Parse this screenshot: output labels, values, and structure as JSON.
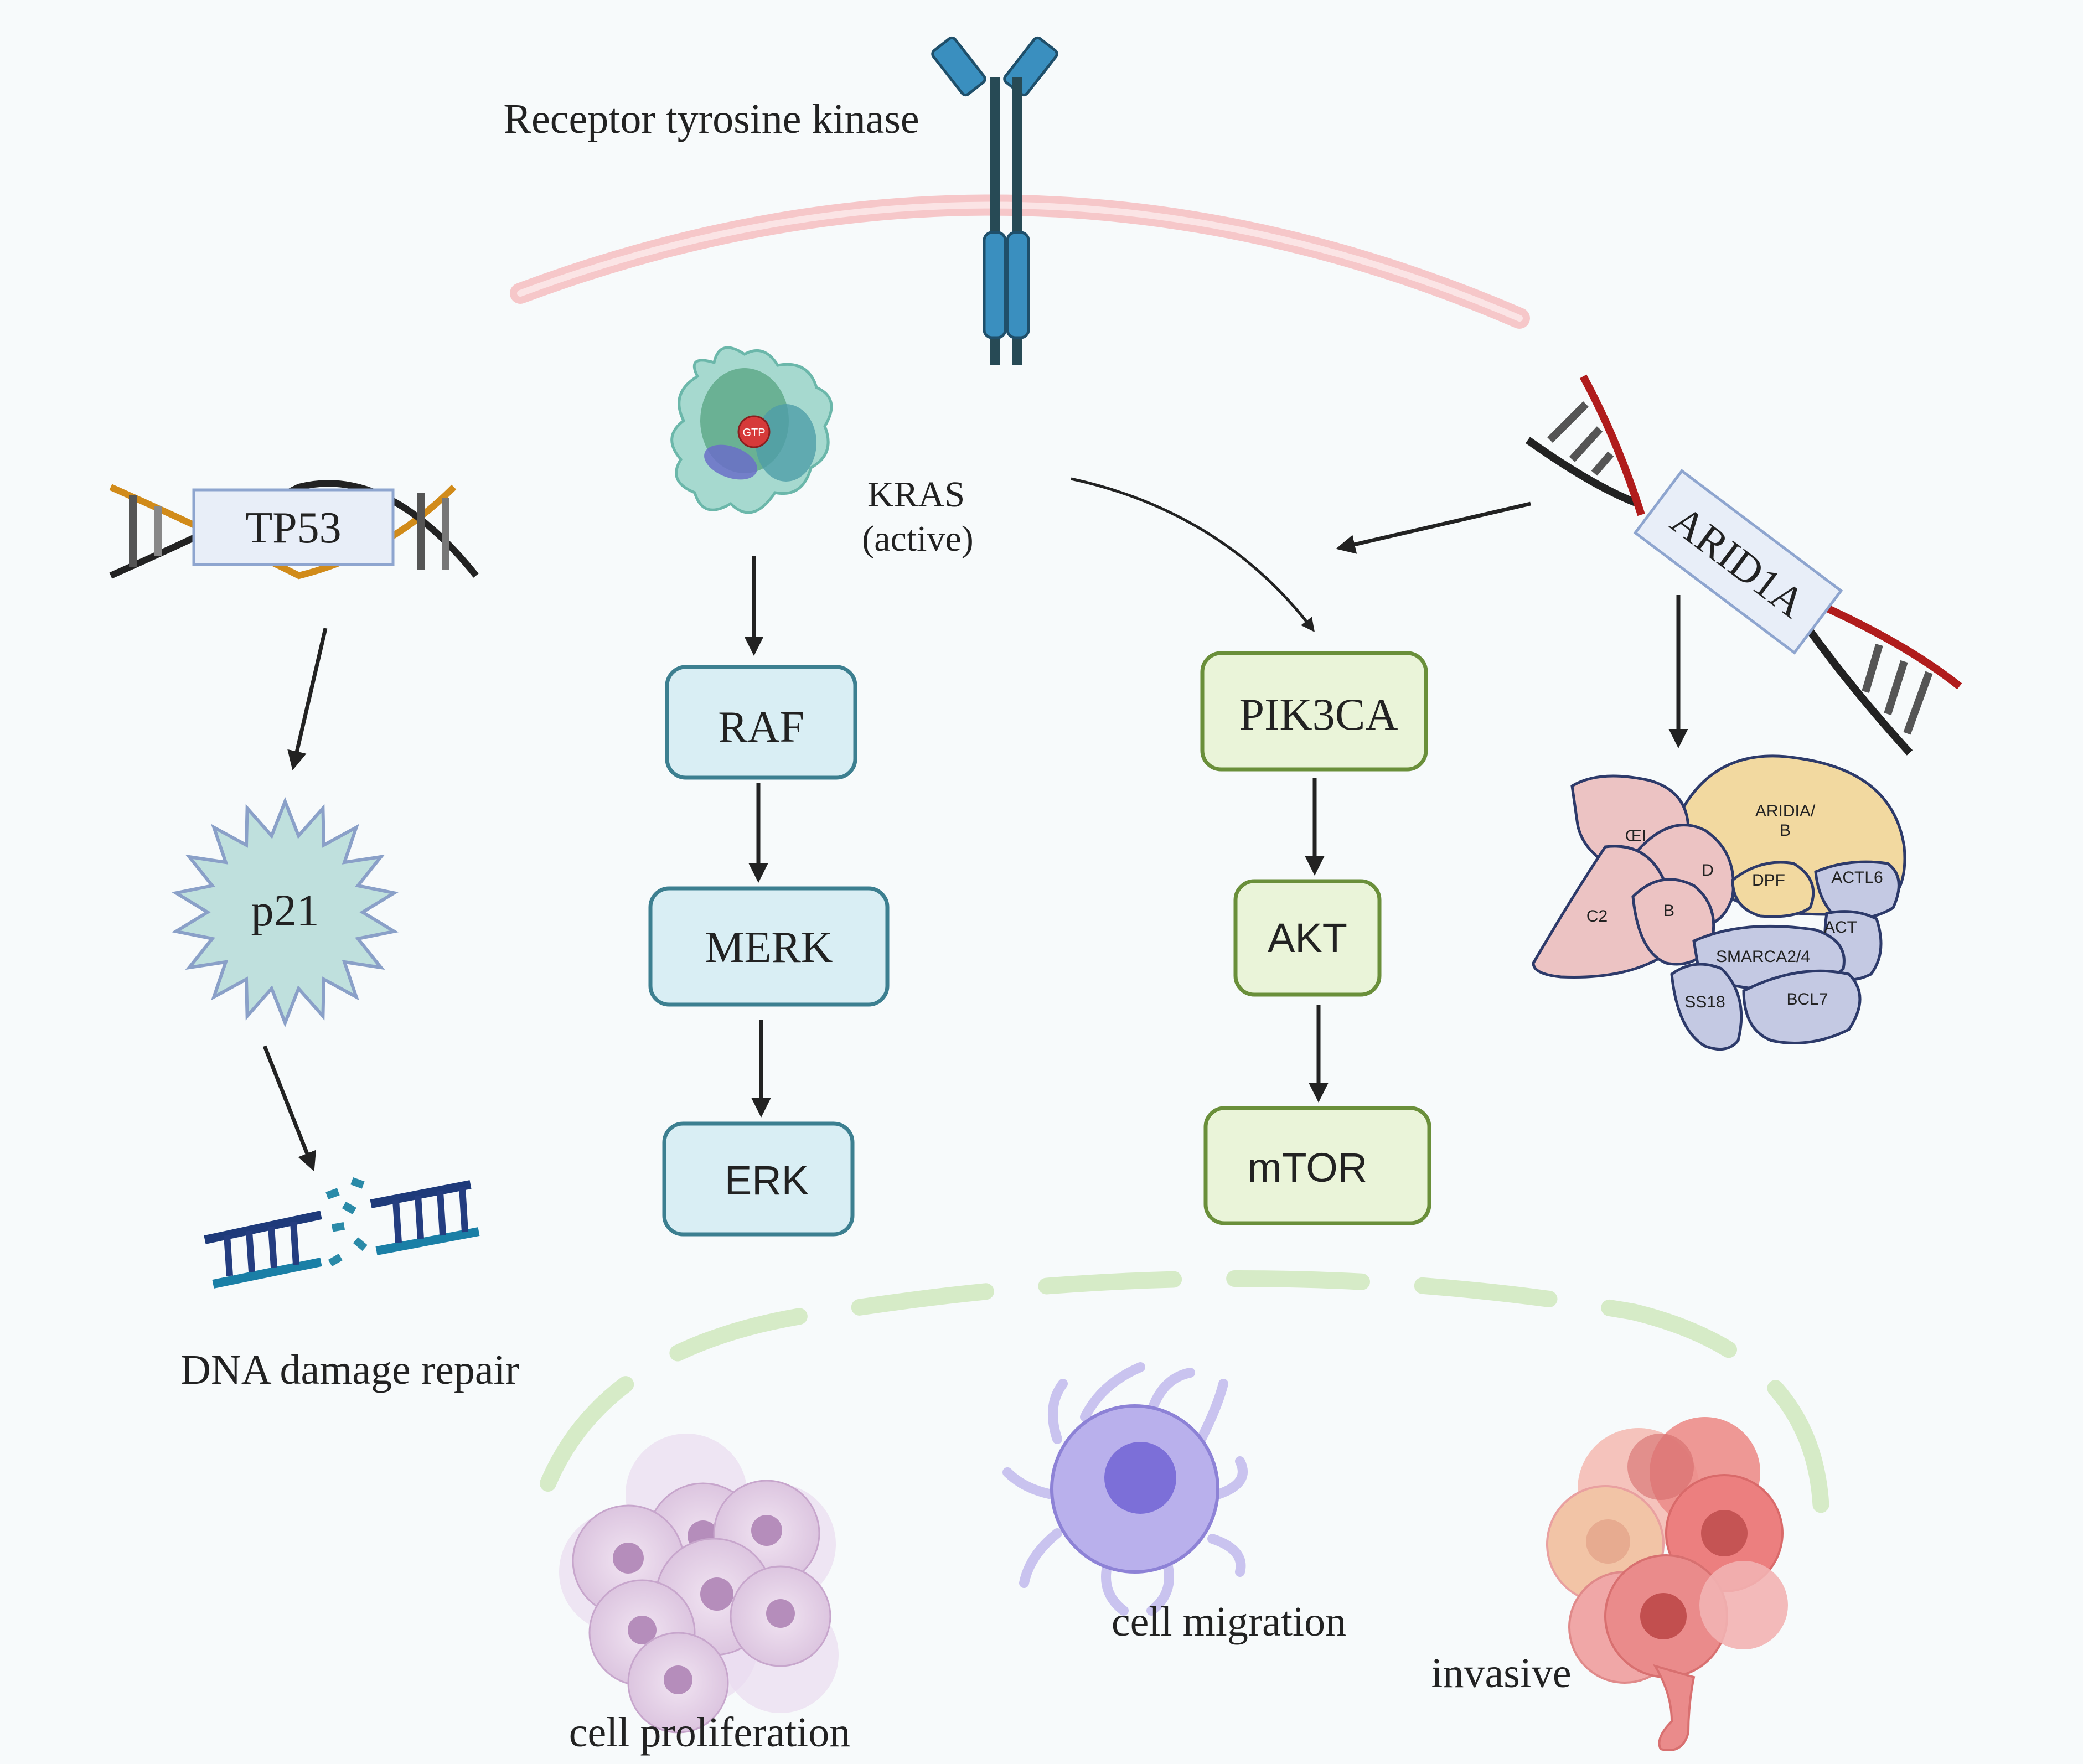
{
  "labels": {
    "receptor": "Receptor tyrosine kinase",
    "kras_line1": "KRAS",
    "kras_line2": "(active)",
    "gtp": "GTP",
    "tp53": "TP53",
    "p21": "p21",
    "dna_repair": "DNA damage repair",
    "arid1a": "ARID1A",
    "cell_proliferation": "cell proliferation",
    "cell_migration": "cell migration",
    "invasive": "invasive"
  },
  "mapk_pathway": [
    {
      "label": "RAF"
    },
    {
      "label": "MERK"
    },
    {
      "label": "ERK"
    }
  ],
  "pi3k_pathway": [
    {
      "label": "PIK3CA"
    },
    {
      "label": "AKT"
    },
    {
      "label": "mTOR"
    }
  ],
  "swisnf_complex": {
    "top": "ARIDIA/",
    "top2": "B",
    "subunits": [
      "ŒI",
      "D",
      "DPF",
      "ACTL6",
      "C2",
      "B",
      "ACT",
      "SMARCA2/4",
      "SS18",
      "BCL7"
    ]
  },
  "colors": {
    "membrane": "#f6c7c9",
    "receptor": "#3a8fbf",
    "mapk_fill": "#d9eef4",
    "mapk_stroke": "#3c7f90",
    "pi3k_fill": "#eaf4d9",
    "pi3k_stroke": "#6a8f3a",
    "nucleus": "#d6ebc7"
  }
}
